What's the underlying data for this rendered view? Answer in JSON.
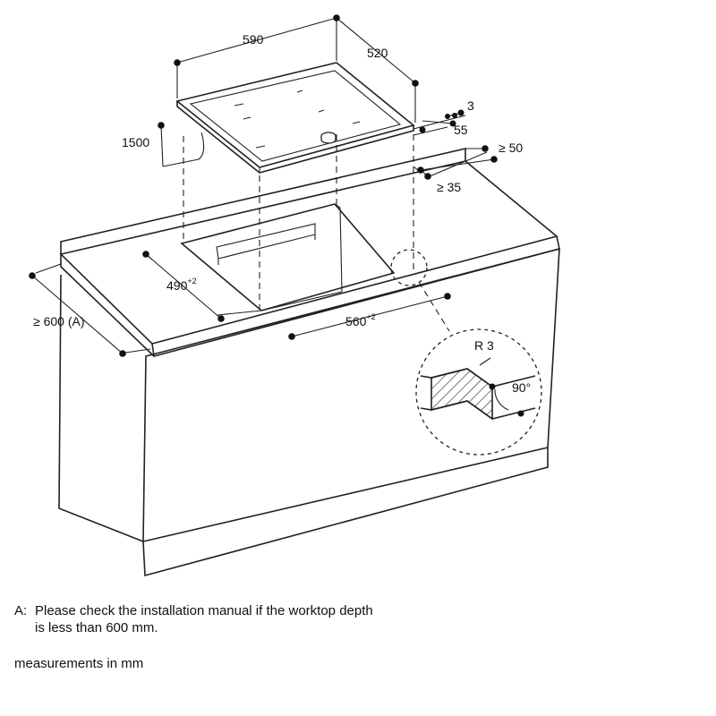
{
  "dimensions": {
    "hob_width": "590",
    "hob_depth": "520",
    "glass_thickness": "3",
    "installation_depth": "55",
    "cable_length": "1500",
    "rear_clearance": "≥ 50",
    "side_clearance": "≥ 35",
    "cutout_depth": "490",
    "cutout_depth_tol": "+2",
    "cutout_width": "560",
    "cutout_width_tol": "+2",
    "worktop_depth": "≥ 600 (A)",
    "edge_radius": "R 3",
    "edge_angle": "90°"
  },
  "notes": {
    "a_label": "A:",
    "a_text_line1": "Please check the installation manual if the worktop depth",
    "a_text_line2": "is less than 600 mm.",
    "units": "measurements in mm"
  }
}
